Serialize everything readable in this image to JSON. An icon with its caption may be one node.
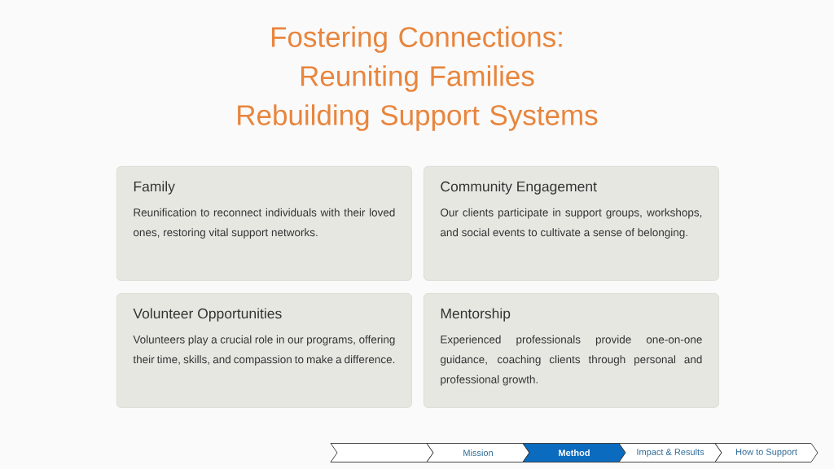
{
  "diagram": {
    "title": "Fostering Connections: Reuniting Families Rebuilding Support Systems",
    "nodes": [
      {
        "text": [
          "Family",
          "Reunification to reconnect individuals with their loved ones, restoring vital support networks."
        ]
      },
      {
        "text": [
          "Community Engagement",
          "Our clients participate in support groups, workshops, and social events to cultivate a sense of belonging."
        ]
      },
      {
        "text": [
          "Volunteer Opportunities",
          "Volunteers play a crucial role in our programs, offering their time, skills, and compassion to make a difference."
        ]
      },
      {
        "text": [
          "Mentorship",
          "Experienced professionals provide one-on-one guidance, coaching clients through personal and professional growth."
        ]
      },
      {
        "text": [],
        "shape": "chevron"
      },
      {
        "text": [
          "Mission"
        ]
      },
      {
        "text": [
          "Method"
        ]
      },
      {
        "text": [
          "Impact & Results"
        ]
      },
      {
        "text": [
          "How to Support"
        ]
      }
    ],
    "edges": []
  }
}
